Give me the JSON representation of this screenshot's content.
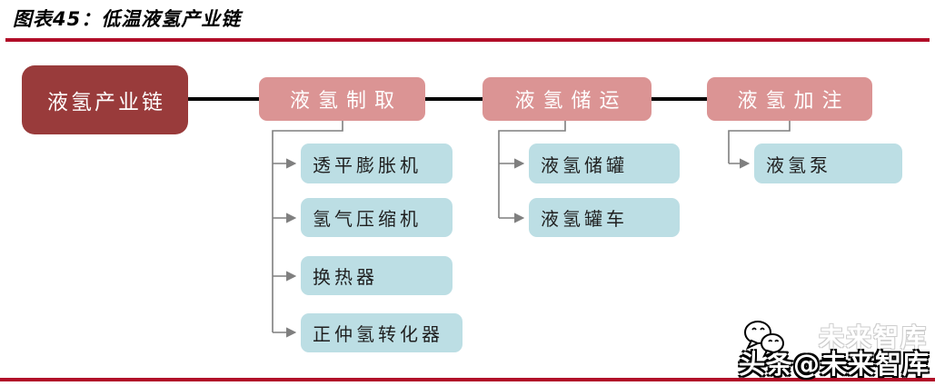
{
  "title": "图表45：低温液氢产业链",
  "flowchart": {
    "root": {
      "label": "液氢产业链"
    },
    "branches": [
      {
        "label": "液氢制取",
        "children": [
          "透平膨胀机",
          "氢气压缩机",
          "换热器",
          "正仲氢转化器"
        ]
      },
      {
        "label": "液氢储运",
        "children": [
          "液氢储罐",
          "液氢罐车"
        ]
      },
      {
        "label": "液氢加注",
        "children": [
          "液氢泵"
        ]
      }
    ]
  },
  "watermark": {
    "source_text": "头条@未来智库",
    "ghost_text": "未来智库",
    "icon": "speech-bubbles-icon"
  },
  "colors": {
    "root_box": "#993B3B",
    "branch_box": "#DB9494",
    "leaf_box": "#BCDEE4",
    "rule": "#B10D28",
    "connector": "#7F7F7F",
    "trunk_line": "#000000"
  }
}
